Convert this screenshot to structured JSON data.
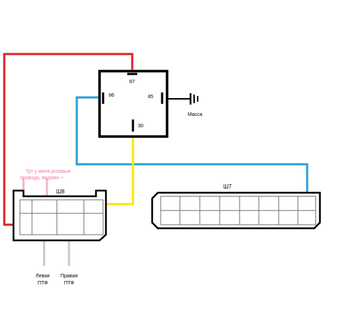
{
  "relay": {
    "pins": {
      "p87": "87",
      "p86": "86",
      "p85": "85",
      "p30": "30"
    }
  },
  "ground": {
    "label": "Масса"
  },
  "connectors": {
    "sh8": {
      "label": "Ш8"
    },
    "sh7": {
      "label": "Ш7"
    }
  },
  "annotation": {
    "line1": "Тут у меня розовые",
    "line2": "провода, видимо +"
  },
  "labels": {
    "left_ptf": {
      "line1": "Левая",
      "line2": "ПТФ"
    },
    "right_ptf": {
      "line1": "Правая",
      "line2": "ПТФ"
    }
  },
  "colors": {
    "red_wire": "#d9232b",
    "blue_wire": "#2a9fd6",
    "yellow_wire": "#f7e700",
    "pink_wire": "#f2b8c6",
    "gray_wire": "#c8c8c8",
    "annotation_text": "#f07aa0"
  }
}
